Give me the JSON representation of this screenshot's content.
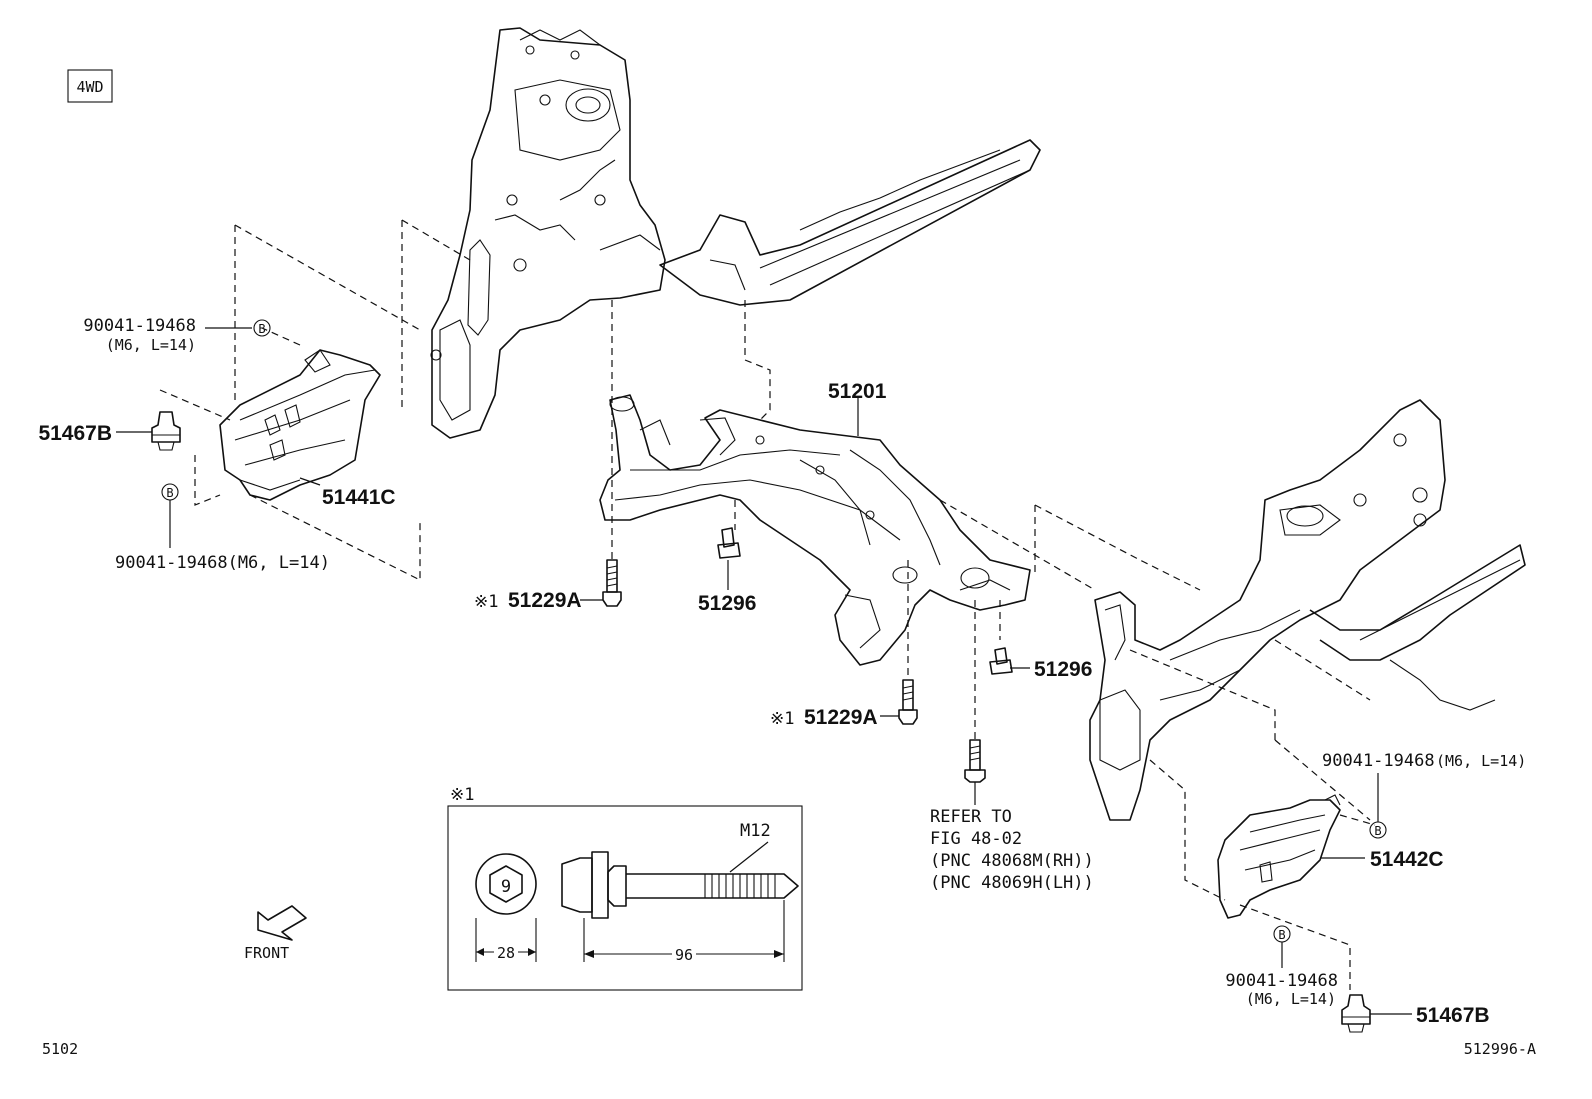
{
  "header": {
    "variant_badge": "4WD"
  },
  "callouts": {
    "bolt_top_left_part": "90041-19468",
    "bolt_top_left_spec": "(M6, L=14)",
    "clip_left": "51467B",
    "bolt_mid_left": "90041-19468(M6, L=14)",
    "guard_left": "51441C",
    "crossmember": "51201",
    "bolt_a_left_mark": "※1",
    "bolt_a_left": "51229A",
    "screw_center": "51296",
    "screw_right": "51296",
    "bolt_a_right_mark": "※1",
    "bolt_a_right": "51229A",
    "refer_line1": "REFER TO",
    "refer_line2": "FIG 48-02",
    "refer_line3": "(PNC 48068M(RH))",
    "refer_line4": "(PNC 48069H(LH))",
    "bolt_right_upper": "90041-19468",
    "bolt_right_upper_spec": "(M6, L=14)",
    "guard_right": "51442C",
    "bolt_right_lower_part": "90041-19468",
    "bolt_right_lower_spec": "(M6, L=14)",
    "clip_right": "51467B",
    "marker_letter": "B"
  },
  "detail": {
    "mark": "※1",
    "thread": "M12",
    "hex_size": "9",
    "width_dim": "28",
    "length_dim": "96"
  },
  "direction": {
    "label": "FRONT"
  },
  "footer": {
    "page_code": "5102",
    "illustration_id": "512996-A"
  }
}
